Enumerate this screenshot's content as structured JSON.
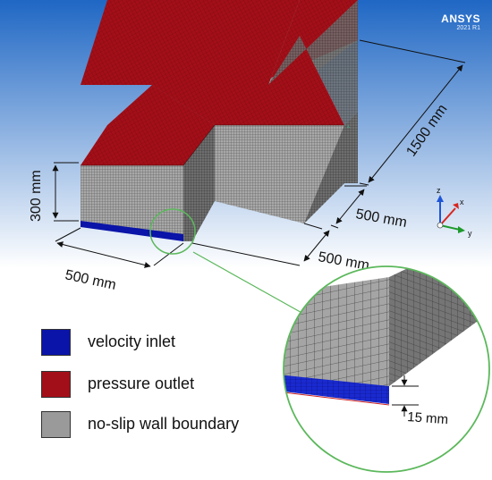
{
  "brand": {
    "name": "ANSYS",
    "version": "2021 R1"
  },
  "colors": {
    "velocity_inlet": "#0a14a8",
    "pressure_outlet": "#a30f18",
    "wall": "#9a9a9a",
    "leader": "#5cb85c",
    "sky_top": "#1f67c4",
    "sky_bottom": "#ffffff"
  },
  "dimensions": {
    "height": "300 mm",
    "front_width": "500 mm",
    "front_depth": "500 mm",
    "branch_width": "500 mm",
    "length": "1500 mm",
    "inlet_layer": "15 mm"
  },
  "triad": {
    "x": "x",
    "y": "y",
    "z": "z"
  },
  "legend": [
    {
      "label": "velocity inlet",
      "color": "#0a14a8"
    },
    {
      "label": "pressure outlet",
      "color": "#a30f18"
    },
    {
      "label": "no-slip wall boundary",
      "color": "#9a9a9a"
    }
  ]
}
